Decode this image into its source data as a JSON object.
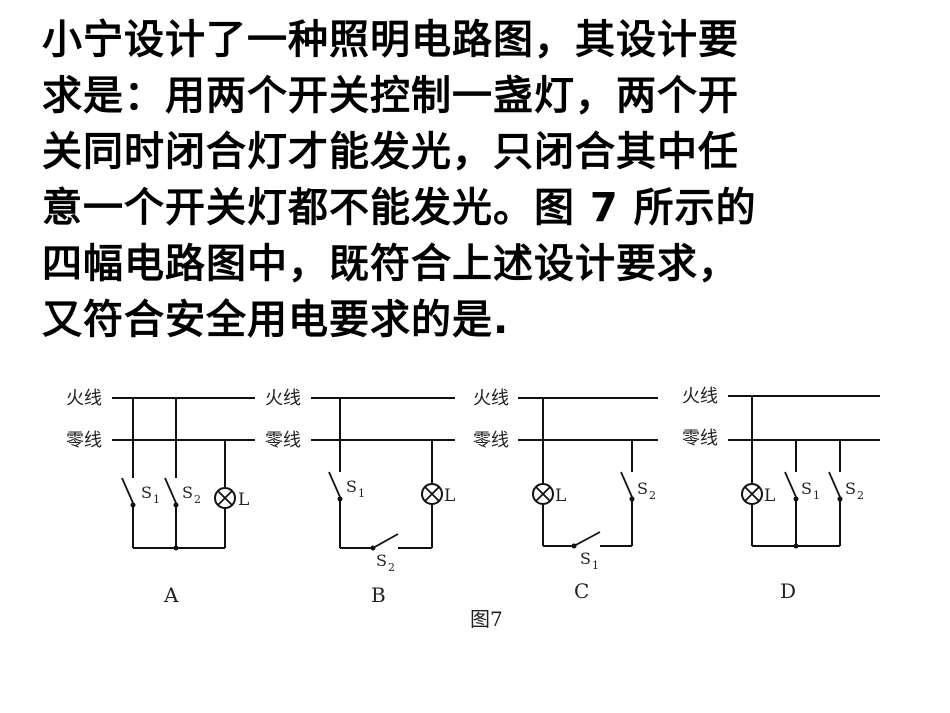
{
  "question": {
    "lines": [
      "小宁设计了一种照明电路图，其设计要",
      "求是：用两个开关控制一盏灯，两个开",
      "关同时闭合灯才能发光，只闭合其中任",
      "意一个开关灯都不能发光。图 7 所示的",
      "四幅电路图中，既符合上述设计要求，",
      "又符合安全用电要求的是."
    ]
  },
  "figure": {
    "caption": "图7",
    "live_label": "火线",
    "neutral_label": "零线",
    "circuits": [
      {
        "option": "A",
        "s1": "S",
        "s1_sub": "1",
        "s2": "S",
        "s2_sub": "2",
        "lamp": "L"
      },
      {
        "option": "B",
        "s1": "S",
        "s1_sub": "1",
        "s2": "S",
        "s2_sub": "2",
        "lamp": "L"
      },
      {
        "option": "C",
        "s1": "S",
        "s1_sub": "1",
        "s2": "S",
        "s2_sub": "2",
        "lamp": "L"
      },
      {
        "option": "D",
        "s1": "S",
        "s1_sub": "1",
        "s2": "S",
        "s2_sub": "2",
        "lamp": "L"
      }
    ]
  }
}
